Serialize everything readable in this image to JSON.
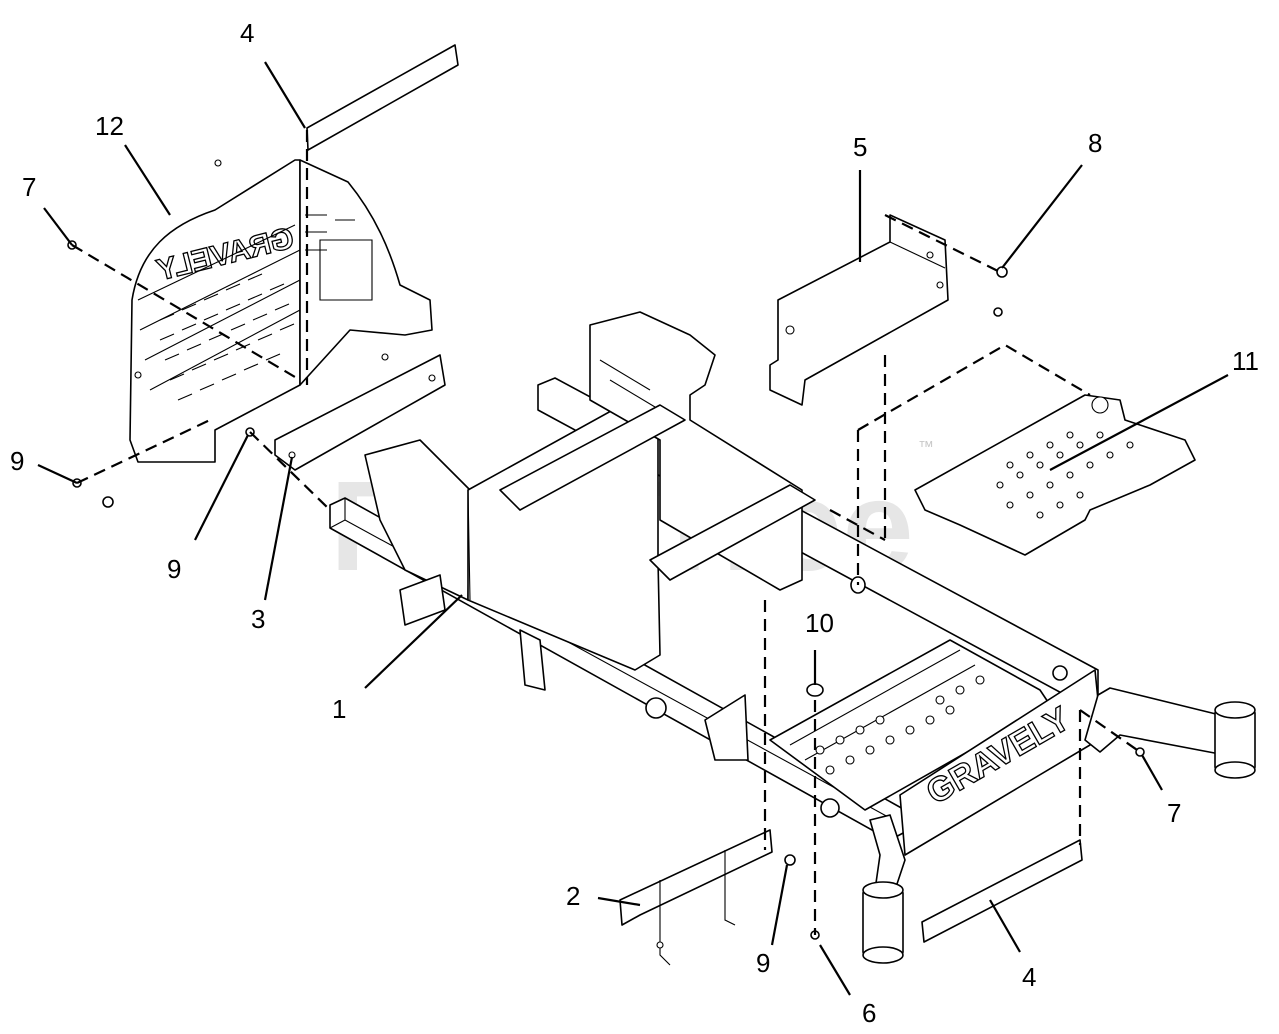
{
  "watermark": {
    "text": "PartsTree",
    "trademark": "™"
  },
  "brand_text": "GRAVELY",
  "callouts": [
    {
      "id": "c1",
      "label": "1"
    },
    {
      "id": "c2",
      "label": "2"
    },
    {
      "id": "c3",
      "label": "3"
    },
    {
      "id": "c4a",
      "label": "4"
    },
    {
      "id": "c4b",
      "label": "4"
    },
    {
      "id": "c5",
      "label": "5"
    },
    {
      "id": "c6",
      "label": "6"
    },
    {
      "id": "c7a",
      "label": "7"
    },
    {
      "id": "c7b",
      "label": "7"
    },
    {
      "id": "c8",
      "label": "8"
    },
    {
      "id": "c9a",
      "label": "9"
    },
    {
      "id": "c9b",
      "label": "9"
    },
    {
      "id": "c9c",
      "label": "9"
    },
    {
      "id": "c10",
      "label": "10"
    },
    {
      "id": "c11",
      "label": "11"
    },
    {
      "id": "c12",
      "label": "12"
    }
  ]
}
